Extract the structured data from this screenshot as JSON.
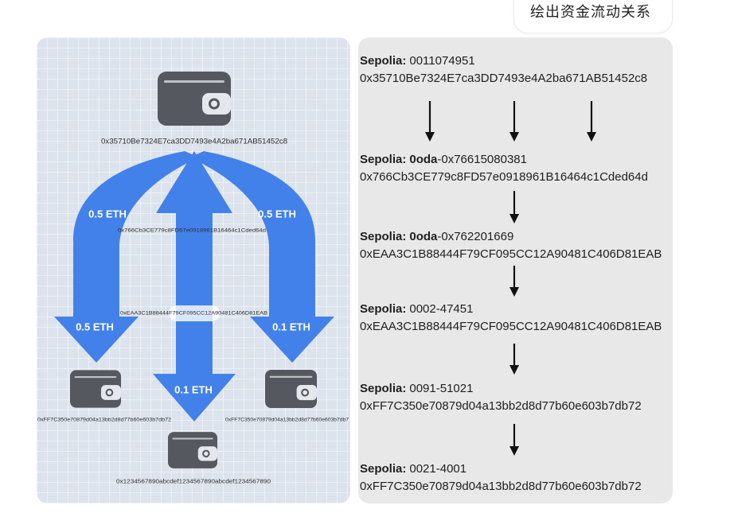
{
  "chat": {
    "message": "绘出资金流动关系"
  },
  "colors": {
    "arrow": "#4381ea",
    "wallet": "#55585e",
    "wallet_detail": "#e4e7ec",
    "arrow_line": "#111111"
  },
  "flow_diagram": {
    "source_wallet": {
      "icon": "wallet-icon",
      "address": "0x35710Be7324E7ca3DD7493e4A2ba671AB51452c8"
    },
    "left_flow": {
      "upper_label": "0.5 ETH",
      "head_label": "0.5 ETH"
    },
    "center_flow": {
      "head_label": "0.1 ETH"
    },
    "right_flow": {
      "upper_label": "0.5 ETH",
      "head_label": "0.1 ETH"
    },
    "intermediate_addresses": [
      "0x766Cb3CE779c8FD57e0918961B16464c1Cded64d",
      "0xEAA3C1B88444F79CF095CC12A90481C406D81EAB"
    ],
    "destination_wallets": {
      "left": {
        "icon": "wallet-icon",
        "address": "0xFF7C350e70879d04a13bb2d8d77b60e603b7db72"
      },
      "right": {
        "icon": "wallet-icon",
        "address": "0xFF7C350e70879d04a13bb2d8d77b60e603b7db7"
      },
      "bottom": {
        "icon": "wallet-icon",
        "address": "0x1234567890abcdef1234567890abcdef1234567890"
      }
    }
  },
  "transactions": [
    {
      "label": "Sepolia:",
      "value": "0011074951",
      "address": "0x35710Be7324E7ca3DD7493e4A2ba671AB51452c8"
    },
    {
      "label": "Sepolia:",
      "code": "0oda",
      "value": "-0x76615080381",
      "address": "0x766Cb3CE779c8FD57e0918961B16464c1Cded64d"
    },
    {
      "label": "Sepolia:",
      "code": "0oda",
      "value": "-0x762201669",
      "address": "0xEAA3C1B88444F79CF095CC12A90481C406D81EAB"
    },
    {
      "label": "Sepolia:",
      "value": "0002-47451",
      "address": "0xEAA3C1B88444F79CF095CC12A90481C406D81EAB"
    },
    {
      "label": "Sepolia:",
      "value": "0091-51021",
      "address": "0xFF7C350e70879d04a13bb2d8d77b60e603b7db72"
    },
    {
      "label": "Sepolia:",
      "value": "0021-4001",
      "address": "0xFF7C350e70879d04a13bb2d8d77b60e603b7db72"
    }
  ]
}
